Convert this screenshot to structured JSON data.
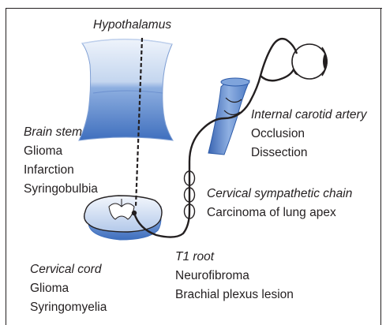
{
  "labels": {
    "hypothalamus": "Hypothalamus",
    "brain_stem": {
      "title": "Brain stem",
      "items": [
        "Glioma",
        "Infarction",
        "Syringobulbia"
      ]
    },
    "internal_carotid_artery": {
      "title": "Internal carotid artery",
      "items": [
        "Occlusion",
        "Dissection"
      ]
    },
    "cervical_sympathetic_chain": {
      "title": "Cervical sympathetic chain",
      "items": [
        "Carcinoma of lung apex"
      ]
    },
    "cervical_cord": {
      "title": "Cervical cord",
      "items": [
        "Glioma",
        "Syringomyelia"
      ]
    },
    "t1_root": {
      "title": "T1 root",
      "items": [
        "Neurofibroma",
        "Brachial plexus lesion"
      ]
    }
  },
  "colors": {
    "structure_light": "#eef3fb",
    "structure_mid": "#9bb8e4",
    "structure_dark": "#4c79c3",
    "outline": "#231f20"
  }
}
